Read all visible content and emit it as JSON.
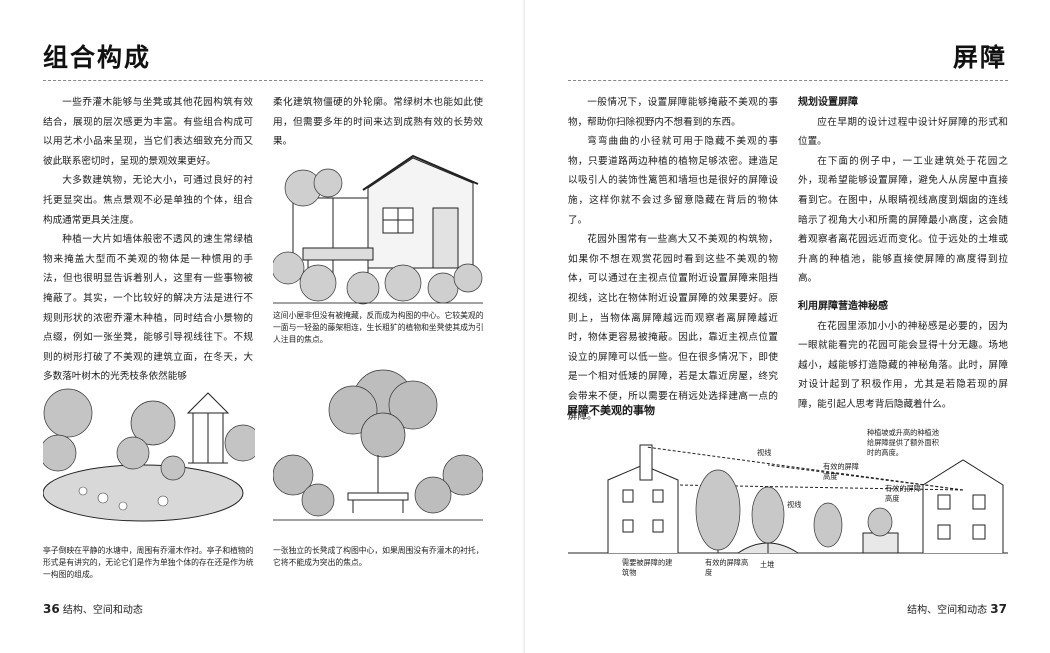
{
  "left": {
    "title": "组合构成",
    "col1": [
      "一些乔灌木能够与坐凳或其他花园构筑有效结合，展现的层次感更为丰富。有些组合构成可以用艺术小品来呈现，当它们表达细致充分而又彼此联系密切时，呈现的景观效果更好。",
      "大多数建筑物，无论大小，可通过良好的衬托更显突出。焦点景观不必是单独的个体，组合构成通常更具关注度。",
      "种植一大片如墙体般密不透风的速生常绿植物来掩盖大型而不美观的物体是一种惯用的手法，但也很明显告诉着别人，这里有一些事物被掩蔽了。其实，一个比较好的解决方法是进行不规则形状的浓密乔灌木种植，同时结合小景物的点缀，例如一张坐凳，能够引导视线往下。不规则的树形打破了不美观的建筑立面，在冬天，大多数落叶树木的光秃枝条依然能够"
    ],
    "col2": "柔化建筑物僵硬的外轮廓。常绿树木也能如此使用，但需要多年的时间来达到成熟有效的长势效果。",
    "captions": {
      "shed": "这间小屋非但没有被掩藏，反而成为构图的中心。它较美观的一面与一轻盈的藤架相连，生长粗犷的植物和坐凳使其成为引人注目的焦点。",
      "pavilion": "亭子倒映在平静的水塘中，周围有乔灌木作衬。亭子和植物的形式是有讲究的，无论它们是作为单独个体的存在还是作为统一构图的组成。",
      "bench": "一张独立的长凳成了构图中心，如果周围没有乔灌木的衬托，它将不能成为突出的焦点。"
    },
    "footer": {
      "page_number": "36",
      "text": "结构、空间和动态"
    }
  },
  "right": {
    "title": "屏障",
    "col1": [
      "一般情况下，设置屏障能够掩蔽不美观的事物，帮助你扫除视野内不想看到的东西。",
      "弯弯曲曲的小径就可用于隐藏不美观的事物，只要道路两边种植的植物足够浓密。建造足以吸引人的装饰性篱笆和墙垣也是很好的屏障设施，这样你就不会过多留意隐藏在背后的物体了。",
      "花园外围常有一些高大又不美观的构筑物，如果你不想在观赏花园时看到这些不美观的物体，可以通过在主视点位置附近设置屏障来阻挡视线，这比在物体附近设置屏障的效果要好。原则上，当物体离屏障越远而观察者离屏障越近时，物体更容易被掩蔽。因此，靠近主视点位置设立的屏障可以低一些。但在很多情况下，即使是一个相对低矮的屏障，若是太靠近房屋，终究会带来不便，所以需要在稍远处选择建高一点的屏障。"
    ],
    "col2": [
      {
        "heading": "规划设置屏障"
      },
      {
        "text": "应在早期的设计过程中设计好屏障的形式和位置。"
      },
      {
        "text": "在下面的例子中，一工业建筑处于花园之外，现希望能够设置屏障，避免人从房屋中直接看到它。在图中，从眼睛视线高度到烟囱的连线暗示了视角大小和所需的屏障最小高度，这会随着观察者离花园远近而变化。位于远处的土堆或升高的种植池，能够直接使屏障的高度得到拉高。"
      },
      {
        "heading": "利用屏障营造神秘感"
      },
      {
        "text": "在花园里添加小小的神秘感是必要的，因为一眼就能看完的花园可能会显得十分无趣。场地越小，越能够打造隐藏的神秘角落。此时，屏障对设计起到了积极作用，尤其是若隐若现的屏障，能引起人思考背后隐藏着什么。"
      }
    ],
    "diagram": {
      "title": "屏障不美观的事物",
      "labels": {
        "building": "需要被屏障的建筑物",
        "effective_height_1": "有效的屏障高度",
        "effective_height_2": "有效的屏障高度",
        "effective_height_3": "有效的屏障高度",
        "sightline_1": "视线",
        "sightline_2": "视线",
        "mound": "土堆",
        "raised_bed": "种植坡或升高的种植池给屏障提供了额外面积时的高度。"
      }
    },
    "footer": {
      "page_number": "37",
      "text": "结构、空间和动态"
    }
  }
}
